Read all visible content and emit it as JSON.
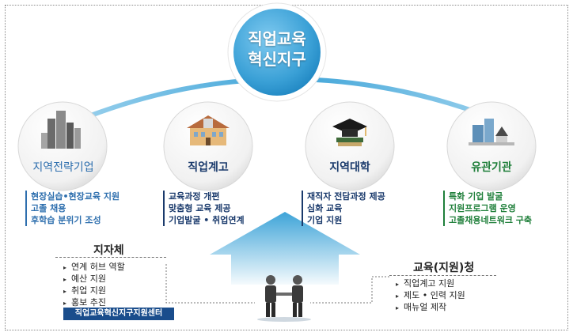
{
  "hub": {
    "line1": "직업교육",
    "line2": "혁신지구"
  },
  "nodes": [
    {
      "label": "지역전략기업",
      "items": [
        "현장실습•현장교육 지원",
        "고졸 채용",
        "후학습 분위기 조성"
      ]
    },
    {
      "label": "직업계고",
      "items": [
        "교육과정 개편",
        "맞춤형 교육 제공",
        "기업발굴 • 취업연계"
      ]
    },
    {
      "label": "지역대학",
      "items": [
        "재직자 전담과정 제공",
        "심화 교육",
        "기업 지원"
      ]
    },
    {
      "label": "유관기관",
      "items": [
        "특화 기업 발굴",
        "지원프로그램 운영",
        "고졸채용네트워크 구축"
      ]
    }
  ],
  "local_gov": {
    "title": "지자체",
    "items": [
      "연계 허브 역할",
      "예산 지원",
      "취업 지원",
      "홍보 추진"
    ],
    "center": "직업교육혁신지구지원센터"
  },
  "education_office": {
    "title": "교육(지원)청",
    "items": [
      "직업계고 지원",
      "제도 • 인력 지원",
      "매뉴얼 제작"
    ]
  },
  "colors": {
    "node_label_1": "#2e6fae",
    "node_label_2": "#1a3a6c",
    "node_label_3": "#1a3a6c",
    "node_label_4": "#1f7f3a",
    "desc_1": "#2e6fae",
    "desc_2": "#1a3a6c",
    "desc_3": "#1a3a6c",
    "desc_4": "#1f7f3a",
    "hub": "#3ea4d8",
    "arc": "#5bb5e0",
    "arrow": "#3ea4d8"
  }
}
